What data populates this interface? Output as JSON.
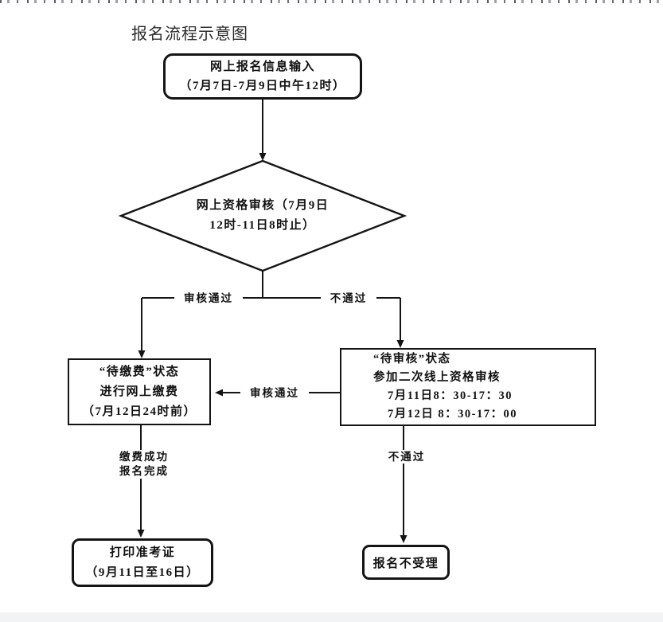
{
  "title": "报名流程示意图",
  "colors": {
    "line": "#141414",
    "text": "#111111",
    "background": "#ffffff",
    "footer_bar": "#f2f3f4"
  },
  "flow": {
    "nodes": {
      "online_input": {
        "line1": "网上报名信息输入",
        "line2": "（7月7日-7月9日中午12时）"
      },
      "qualification_review": {
        "line1": "网上资格审核（7月9日",
        "line2": "12时-11日8时止）"
      },
      "pending_payment": {
        "line1": "“待缴费”状态",
        "line2": "进行网上缴费",
        "line3": "（7月12日24时前）"
      },
      "pending_review": {
        "line1": "“待审核”状态",
        "line2": "参加二次线上资格审核",
        "line3": "7月11日8：30-17：30",
        "line4": "7月12日 8：30-17：00"
      },
      "print_ticket": {
        "line1": "打印准考证",
        "line2": "（9月11日至16日）"
      },
      "not_accepted": {
        "line1": "报名不受理"
      }
    },
    "edge_labels": {
      "review_pass": "审核通过",
      "review_fail": "不通过",
      "second_review_pass": "审核通过",
      "payment_done_line1": "缴费成功",
      "payment_done_line2": "报名完成",
      "second_review_fail": "不通过"
    }
  }
}
